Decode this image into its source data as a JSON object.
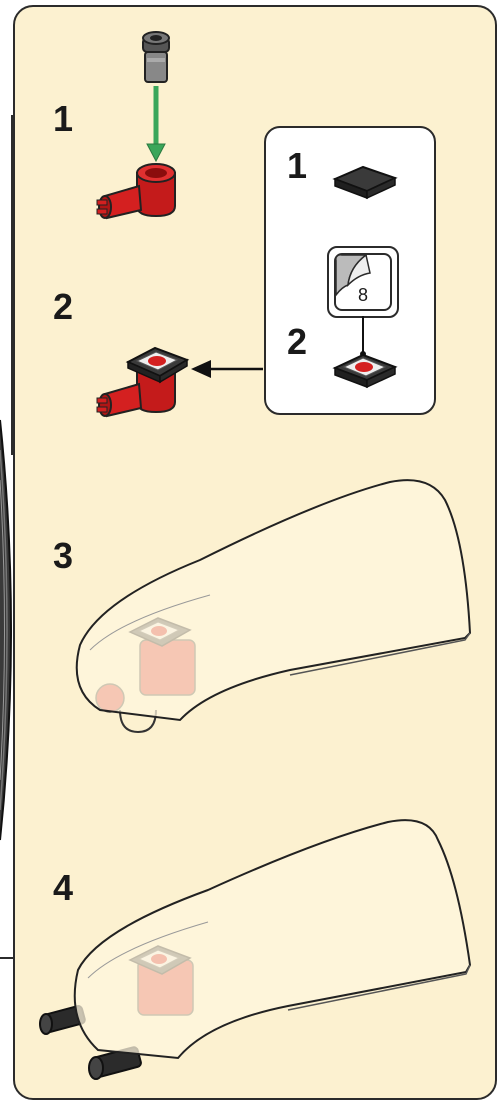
{
  "steps": {
    "s1": "1",
    "s2": "2",
    "s3": "3",
    "s4": "4"
  },
  "callout": {
    "sub1": "1",
    "sub2": "2",
    "sticker_number": "8"
  },
  "colors": {
    "panel_background": "#fcf1d0",
    "brick_red": "#d42020",
    "arrow_green": "#3aa65a",
    "tile_black": "#333333",
    "outline": "#2b2b2b"
  }
}
